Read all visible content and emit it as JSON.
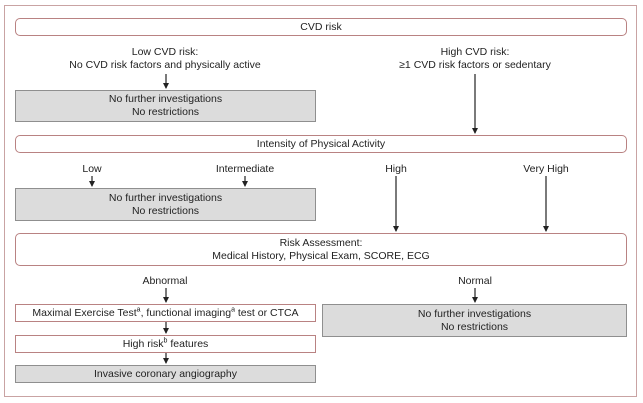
{
  "cvd_risk": "CVD risk",
  "low": {
    "title": "Low CVD risk:",
    "desc": "No CVD risk factors and physically active"
  },
  "high": {
    "title": "High CVD risk:",
    "desc": "≥1 CVD risk factors or sedentary"
  },
  "no_further_1": {
    "line1": "No further investigations",
    "line2": "No restrictions"
  },
  "intensity": "Intensity of Physical Activity",
  "intensity_levels": {
    "low": "Low",
    "intermediate": "Intermediate",
    "high": "High",
    "very_high": "Very High"
  },
  "no_further_2": {
    "line1": "No further investigations",
    "line2": "No restrictions"
  },
  "risk_assessment": {
    "line1": "Risk Assessment:",
    "line2": "Medical History, Physical Exam, SCORE, ECG"
  },
  "outcomes": {
    "abnormal": "Abnormal",
    "normal": "Normal"
  },
  "max_test": {
    "text_a": "Maximal Exercise Test",
    "sup_a": "a",
    "text_b": ", functional imaging",
    "sup_b": "a",
    "text_c": " test or CTCA"
  },
  "no_further_3": {
    "line1": "No further investigations",
    "line2": "No restrictions"
  },
  "high_risk": {
    "text_a": "High risk",
    "sup": "b",
    "text_b": " features"
  },
  "angiography": "Invasive coronary angiography",
  "colors": {
    "frame": "#c9a3a3",
    "box_border": "#b98282",
    "grey_fill": "#dcdcdc",
    "arrow": "#222222"
  }
}
